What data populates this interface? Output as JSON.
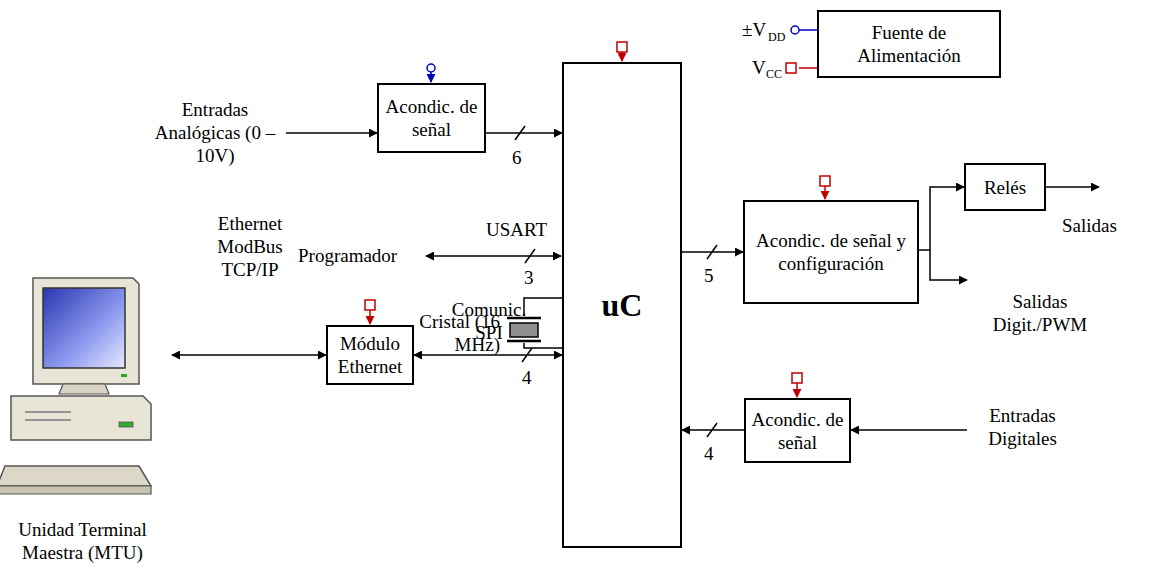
{
  "diagram": {
    "nodes": [
      {
        "text": [
          "Fuente de Alimentación"
        ]
      },
      {
        "text": [
          "Acondic. de señal"
        ]
      },
      {
        "text": [
          "uC"
        ]
      },
      {
        "text": [
          "Acondic. de señal y configuración"
        ]
      },
      {
        "text": [
          "Relés"
        ]
      },
      {
        "text": [
          "Unidad Terminal Maestra (MTU)"
        ]
      },
      {
        "text": [
          "Módulo Ethernet"
        ]
      },
      {
        "text": [
          "Acondic. de señal"
        ]
      }
    ],
    "edges": [
      {
        "from": 1,
        "to": 2,
        "arrow": "to"
      },
      {
        "from": 2,
        "to": 3,
        "arrow": "to"
      },
      {
        "from": 3,
        "to": 4,
        "arrow": "to"
      },
      {
        "from": 5,
        "to": 6,
        "label": "Ethernet ModBus TCP/IP",
        "arrow": "both"
      },
      {
        "from": 6,
        "to": 2,
        "label": "Comunic. SPI",
        "arrow": "both"
      },
      {
        "from": 7,
        "to": 2,
        "arrow": "to"
      }
    ],
    "labels": [
      "±V",
      "DD",
      "V",
      "CC",
      "Entradas Analógicas (0 – 10V)",
      "6",
      "USART",
      "Programador",
      "3",
      "Cristal (16 MHz)",
      "4",
      "5",
      "Salidas",
      "Salidas Digit./PWM",
      "Entradas Digitales",
      "4"
    ]
  }
}
